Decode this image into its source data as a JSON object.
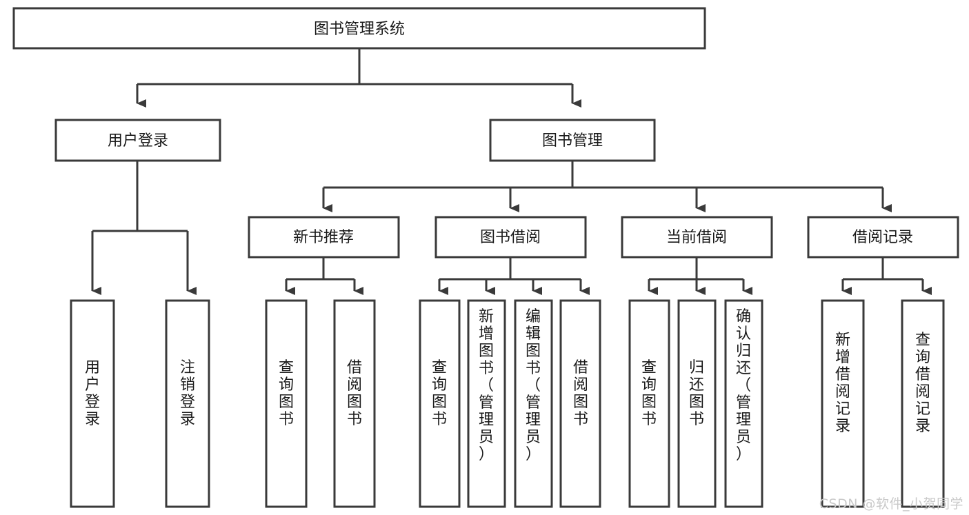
{
  "diagram": {
    "title": "图书管理系统",
    "type": "tree-hierarchy-chart",
    "root": {
      "id": "root",
      "label": "图书管理系统",
      "orientation": "horizontal"
    },
    "level2": [
      {
        "id": "user-login",
        "label": "用户登录",
        "orientation": "horizontal"
      },
      {
        "id": "book-manage",
        "label": "图书管理",
        "orientation": "horizontal"
      }
    ],
    "level3": [
      {
        "id": "new-book-rec",
        "label": "新书推荐",
        "orientation": "horizontal",
        "parent": "book-manage"
      },
      {
        "id": "book-borrow",
        "label": "图书借阅",
        "orientation": "horizontal",
        "parent": "book-manage"
      },
      {
        "id": "current-borrow",
        "label": "当前借阅",
        "orientation": "horizontal",
        "parent": "book-manage"
      },
      {
        "id": "borrow-record",
        "label": "借阅记录",
        "orientation": "horizontal",
        "parent": "book-manage"
      }
    ],
    "leaves": [
      {
        "id": "leaf-user-login",
        "label": "用户登录",
        "parent": "user-login",
        "orientation": "vertical"
      },
      {
        "id": "leaf-logout",
        "label": "注销登录",
        "parent": "user-login",
        "orientation": "vertical"
      },
      {
        "id": "leaf-query-book-1",
        "label": "查询图书",
        "parent": "new-book-rec",
        "orientation": "vertical"
      },
      {
        "id": "leaf-borrow-book-1",
        "label": "借阅图书",
        "parent": "new-book-rec",
        "orientation": "vertical"
      },
      {
        "id": "leaf-query-book-2",
        "label": "查询图书",
        "parent": "book-borrow",
        "orientation": "vertical"
      },
      {
        "id": "leaf-add-book",
        "label": "新增图书（管理员）",
        "parent": "book-borrow",
        "orientation": "vertical"
      },
      {
        "id": "leaf-edit-book",
        "label": "编辑图书（管理员）",
        "parent": "book-borrow",
        "orientation": "vertical"
      },
      {
        "id": "leaf-borrow-book-2",
        "label": "借阅图书",
        "parent": "book-borrow",
        "orientation": "vertical"
      },
      {
        "id": "leaf-query-book-3",
        "label": "查询图书",
        "parent": "current-borrow",
        "orientation": "vertical"
      },
      {
        "id": "leaf-return-book",
        "label": "归还图书",
        "parent": "current-borrow",
        "orientation": "vertical"
      },
      {
        "id": "leaf-confirm-return",
        "label": "确认归还（管理员）",
        "parent": "current-borrow",
        "orientation": "vertical"
      },
      {
        "id": "leaf-add-record",
        "label": "新增借阅记录",
        "parent": "borrow-record",
        "orientation": "vertical"
      },
      {
        "id": "leaf-query-record",
        "label": "查询借阅记录",
        "parent": "borrow-record",
        "orientation": "vertical"
      }
    ],
    "colors": {
      "box_stroke": "#3a3a3a",
      "box_fill": "#ffffff",
      "connector": "#3a3a3a",
      "text": "#1a1a1a",
      "background": "#ffffff",
      "watermark": "#c9c9c9"
    }
  },
  "watermark": {
    "text": "CSDN @软件_小贺同学"
  }
}
